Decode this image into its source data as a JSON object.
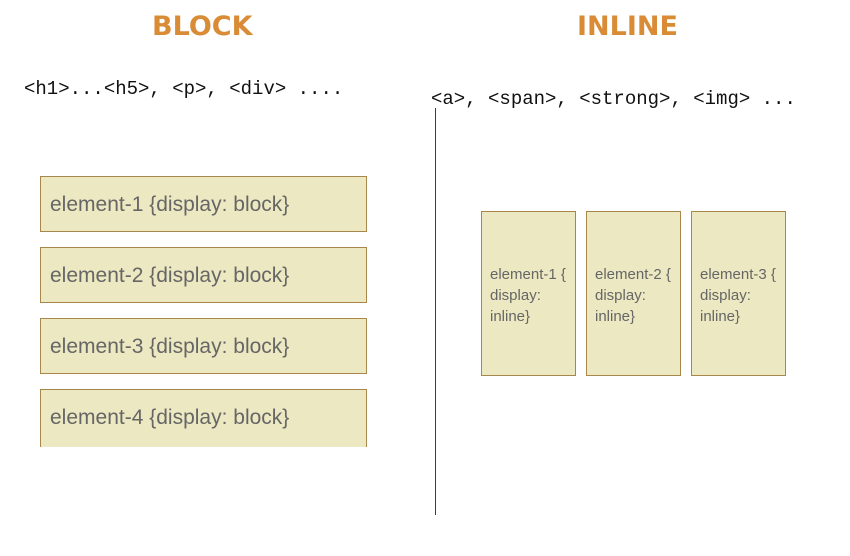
{
  "headings": {
    "block": "BLOCK",
    "inline": "INLINE"
  },
  "tags": {
    "block": "<h1>...<h5>, <p>, <div> ....",
    "inline": "<a>, <span>, <strong>, <img> ..."
  },
  "block_elements": [
    "element-1 {display: block}",
    "element-2 {display: block}",
    "element-3 {display: block}",
    "element-4 {display: block}"
  ],
  "inline_elements": [
    "element-1 { display: inline}",
    "element-2 { display: inline}",
    "element-3 { display: inline}"
  ],
  "colors": {
    "heading": "#d98b35",
    "box_fill": "#ece8c1",
    "box_border": "#a7874a",
    "box_text": "#666666",
    "divider": "#3d3d3d"
  }
}
